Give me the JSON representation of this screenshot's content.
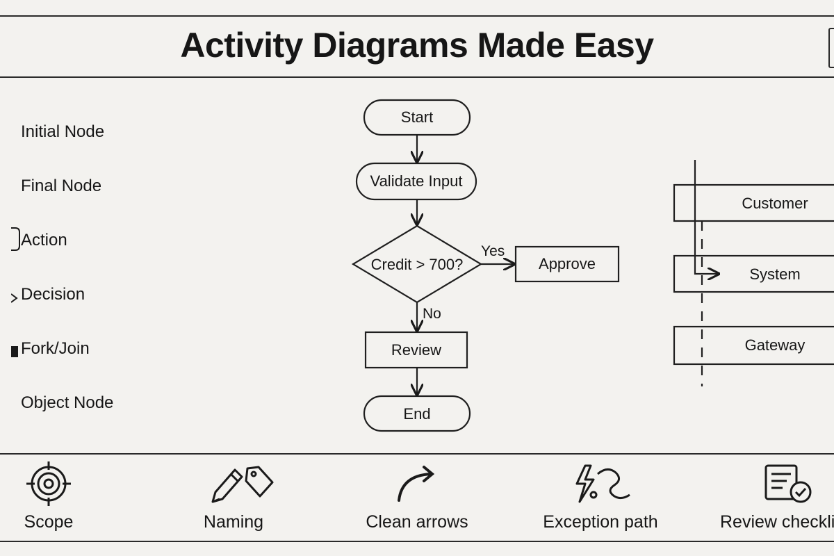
{
  "title": "Activity Diagrams Made Easy",
  "legend": [
    {
      "label": "Initial Node"
    },
    {
      "label": "Final Node"
    },
    {
      "label": "Action"
    },
    {
      "label": "Decision"
    },
    {
      "label": "Fork/Join"
    },
    {
      "label": "Object Node"
    }
  ],
  "flow": {
    "start": "Start",
    "validate": "Validate Input",
    "decision": "Credit > 700?",
    "yes_label": "Yes",
    "approve": "Approve",
    "no_label": "No",
    "review": "Review",
    "end": "End"
  },
  "swimlanes": [
    "Customer",
    "System",
    "Gateway"
  ],
  "tips": [
    {
      "label": "Scope",
      "icon": "target-icon"
    },
    {
      "label": "Naming",
      "icon": "pencil-tag-icon"
    },
    {
      "label": "Clean arrows",
      "icon": "curved-arrow-icon"
    },
    {
      "label": "Exception path",
      "icon": "lightning-loop-icon"
    },
    {
      "label": "Review checklist",
      "icon": "checklist-icon"
    }
  ]
}
